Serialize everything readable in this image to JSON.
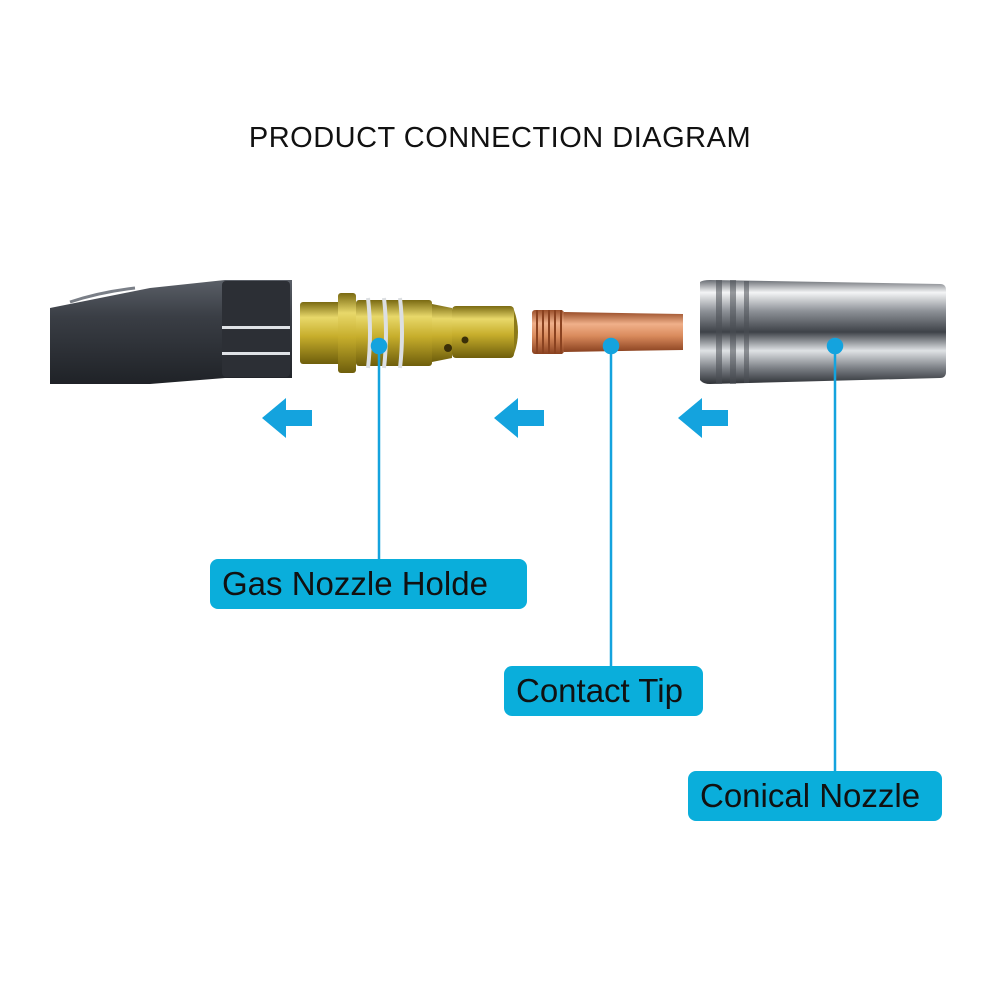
{
  "title": "PRODUCT CONNECTION DIAGRAM",
  "labels": {
    "gas_nozzle_holder": "Gas Nozzle Holde",
    "contact_tip": "Contact Tip",
    "conical_nozzle": "Conical Nozzle"
  },
  "colors": {
    "accent": "#0aaedb",
    "cable": "#3c4048",
    "brass": "#c9b236",
    "copper": "#d98a5c",
    "chrome": "#b8bcc2"
  },
  "icons": [
    "arrow-left-icon",
    "arrow-left-icon",
    "arrow-left-icon"
  ]
}
